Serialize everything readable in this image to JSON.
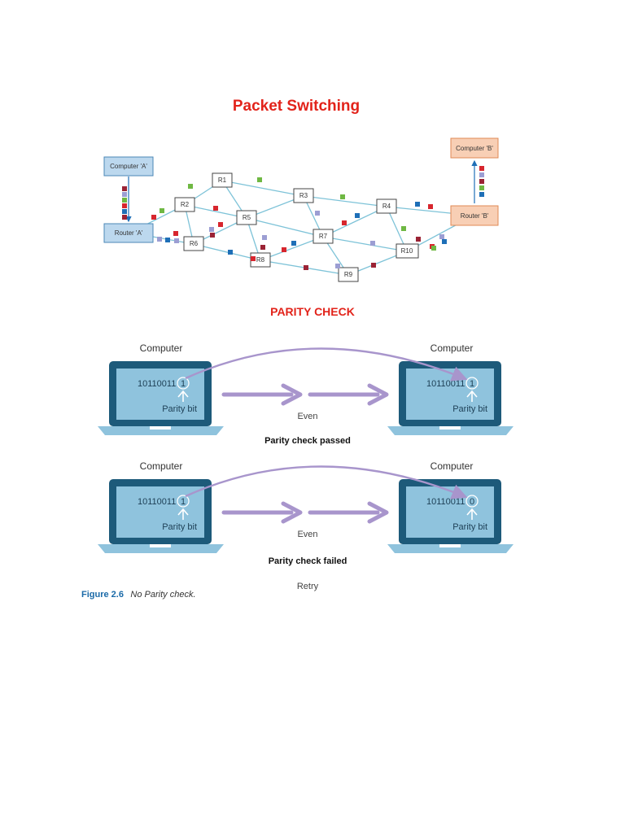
{
  "packet_switching": {
    "title": "Packet Switching",
    "computer_a": "Computer 'A'",
    "router_a": "Router 'A'",
    "computer_b": "Computer 'B'",
    "router_b": "Router 'B'",
    "routers": [
      "R1",
      "R2",
      "R3",
      "R4",
      "R5",
      "R6",
      "R7",
      "R8",
      "R9",
      "R10"
    ],
    "packet_colors": [
      "#d7262e",
      "#9b2335",
      "#6fb843",
      "#9c9ed3",
      "#1e6fb7"
    ]
  },
  "parity_check": {
    "title": "PARITY CHECK",
    "passed": {
      "sender_label": "Computer",
      "receiver_label": "Computer",
      "sender_bits": "10110011",
      "sender_parity": "1",
      "receiver_bits": "10110011",
      "receiver_parity": "1",
      "parity_label_left": "Parity bit",
      "parity_label_right": "Parity bit",
      "mode": "Even",
      "caption": "Parity check passed"
    },
    "failed": {
      "sender_label": "Computer",
      "receiver_label": "Computer",
      "sender_bits": "10110011",
      "sender_parity": "1",
      "receiver_bits": "10110011",
      "receiver_parity": "0",
      "parity_label_left": "Parity bit",
      "parity_label_right": "Parity bit",
      "mode": "Even",
      "caption": "Parity check failed"
    },
    "retry": "Retry",
    "figure_number": "Figure 2.6",
    "figure_text": "No Parity check."
  },
  "colors": {
    "title_red": "#e2231a",
    "link_blue": "#7ec3d8",
    "laptop_frame": "#1d5a7a",
    "laptop_screen": "#8fc3dd",
    "arrow_purple": "#a895cc",
    "router_a_fill": "#bcd8ee",
    "router_b_fill": "#f8cfb5"
  }
}
